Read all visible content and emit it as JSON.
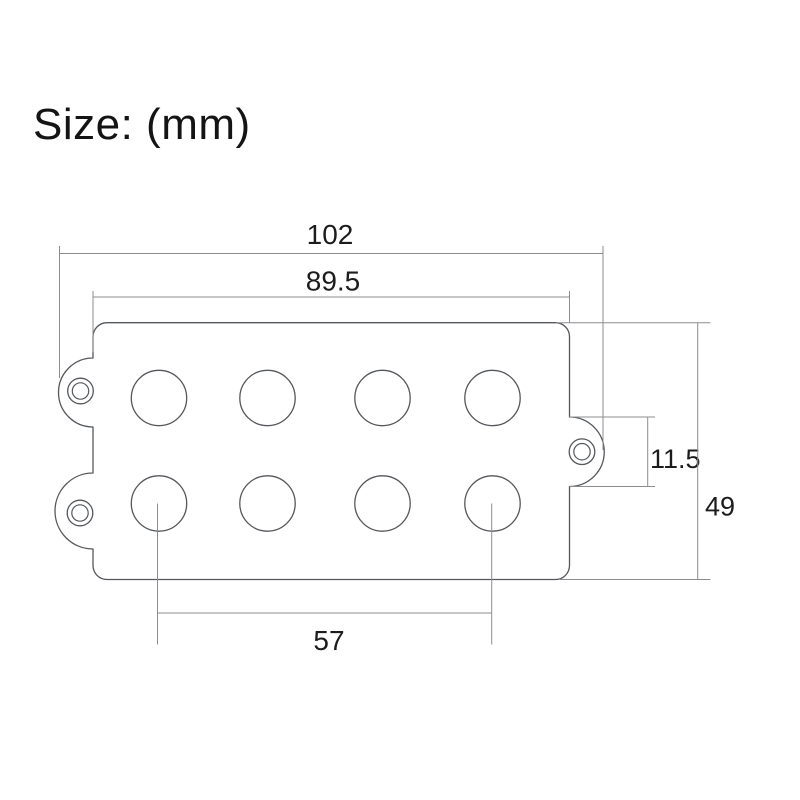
{
  "title": "Size: (mm)",
  "dimensions": {
    "overall_width_mm": "102",
    "body_width_mm": "89.5",
    "mount_tab_height_mm": "11.5",
    "overall_height_mm": "49",
    "pole_spacing_mm": "57"
  },
  "diagram": {
    "type": "technical-dimension-drawing",
    "subject": "humbucker bass pickup, top view",
    "pole_piece_rows": 2,
    "pole_piece_columns": 4,
    "pole_piece_count": 8,
    "mounting_ear_count": 3,
    "colors": {
      "background": "#ffffff",
      "part_outline": "#54575b",
      "dimension_line": "#8b8e91",
      "text": "#1c1c1c"
    }
  }
}
